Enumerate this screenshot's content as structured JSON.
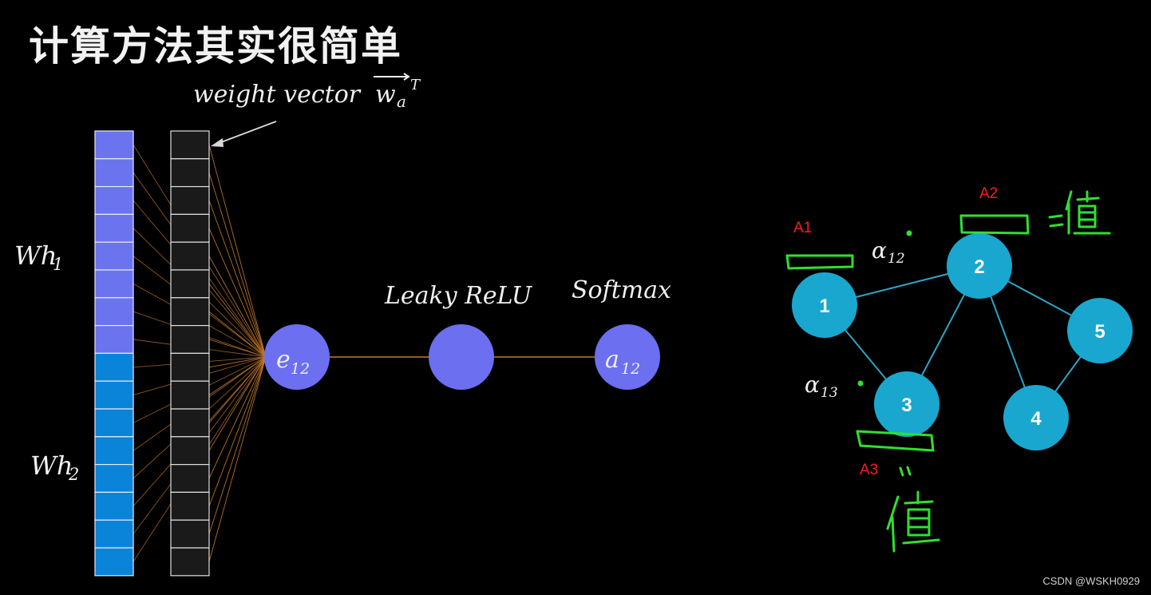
{
  "title": "计算方法其实很简单",
  "labels": {
    "weight_vector": "weight vector",
    "weight_vector_sym": "w",
    "weight_vector_sub": "a",
    "weight_vector_sup": "T",
    "wh1": "Wh",
    "wh1_sub": "1",
    "wh2": "Wh",
    "wh2_sub": "2",
    "leaky_relu": "Leaky ReLU",
    "softmax": "Softmax",
    "e12": "e",
    "e12_sub": "12",
    "a12": "a",
    "a12_sub": "12"
  },
  "graph": {
    "nodes": [
      "1",
      "2",
      "3",
      "4",
      "5"
    ],
    "edges": [
      [
        "1",
        "2"
      ],
      [
        "1",
        "3"
      ],
      [
        "2",
        "3"
      ],
      [
        "2",
        "4"
      ],
      [
        "4",
        "5"
      ],
      [
        "2",
        "5"
      ]
    ],
    "alpha12": "α",
    "alpha12_sub": "12",
    "alpha13": "α",
    "alpha13_sub": "13",
    "annotations": [
      "A1",
      "A2",
      "A3"
    ],
    "handwriting": [
      "=值",
      "值"
    ]
  },
  "colors": {
    "background": "#000000",
    "wh1_cell": "#6b74ee",
    "wh2_cell": "#0a84d8",
    "wa_cell": "#1a1a1a",
    "connection": "#c97a2a",
    "pipeline_node": "#6b6ff0",
    "graph_node": "#19a7cf",
    "graph_edge": "#2fa3c3",
    "annotation_red": "#ff1a1a",
    "handwriting_green": "#2fe02f"
  },
  "watermark": "CSDN @WSKH0929"
}
